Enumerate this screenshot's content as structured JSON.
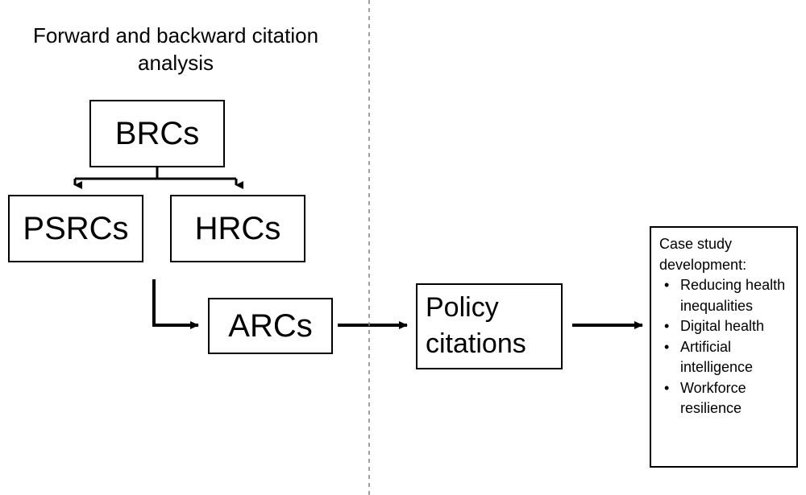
{
  "diagram": {
    "title_left": "Forward and backward citation analysis",
    "divider": "vertical-dashed-divider",
    "nodes": {
      "brcs": "BRCs",
      "psrcs": "PSRCs",
      "hrcs": "HRCs",
      "arcs": "ARCs",
      "policy": {
        "line1": "Policy",
        "line2": "citations"
      },
      "case_study": {
        "heading_line1": "Case study",
        "heading_line2": "development:",
        "bullets": [
          "Reducing health inequalities",
          "Digital health",
          "Artificial intelligence",
          "Workforce resilience"
        ],
        "bullet_marker": "•"
      }
    },
    "colors": {
      "stroke": "#000000",
      "background": "#ffffff",
      "divider": "#808080"
    }
  }
}
